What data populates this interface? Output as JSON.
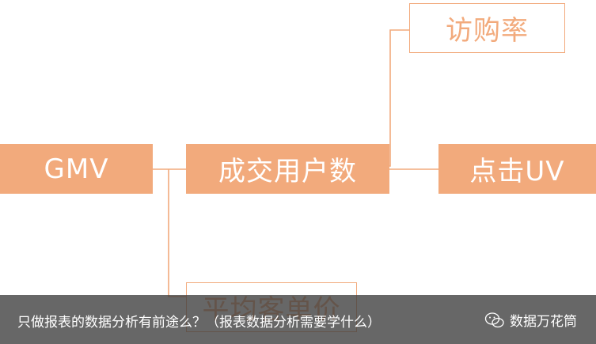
{
  "diagram": {
    "nodes": {
      "gmv": "GMV",
      "buyers": "成交用户数",
      "conversion": "访购率",
      "uv": "点击UV",
      "aov": "平均客单价"
    }
  },
  "caption": {
    "text": "只做报表的数据分析有前途么？（报表数据分析需要学什么）",
    "brand": "数据万花筒"
  },
  "colors": {
    "accent": "#f2aa7c",
    "overlay": "#3c3c3c"
  },
  "icons": {
    "brand": "wechat-account-icon"
  }
}
